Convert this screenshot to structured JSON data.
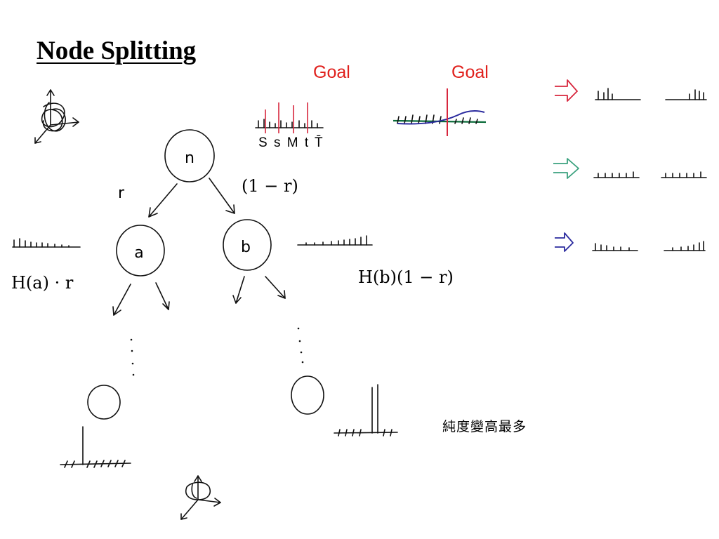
{
  "title": "Node Splitting",
  "goal_labels": [
    "Goal",
    "Goal"
  ],
  "tick_labels": "S s M t T̄",
  "tree": {
    "nodes": [
      {
        "id": "n",
        "label": "n"
      },
      {
        "id": "a",
        "label": "a"
      },
      {
        "id": "b",
        "label": "b"
      }
    ],
    "edges": [
      {
        "from": "n",
        "to": "a",
        "label": "r"
      },
      {
        "from": "n",
        "to": "b",
        "label": ""
      }
    ]
  },
  "formulas": {
    "left": "H(a) · r",
    "top": "(1 − r)",
    "right": "H(b)(1 − r)"
  },
  "annotation": "純度變高最多",
  "arrow_colors": [
    "#d7263d",
    "#3aa17e",
    "#2a2a9e"
  ],
  "icons": [
    "tangled-axes-icon",
    "compact-axes-icon",
    "right-arrow-icon"
  ]
}
